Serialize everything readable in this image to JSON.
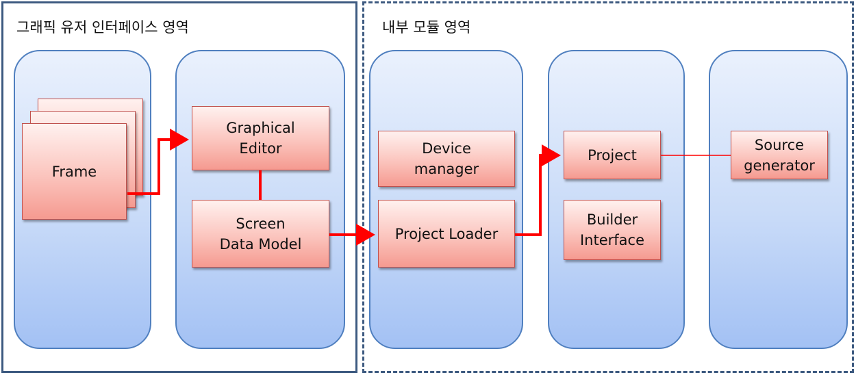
{
  "regions": {
    "gui_title": "그래픽 유저 인터페이스 영역",
    "internal_title": "내부 모듈 영역"
  },
  "boxes": {
    "frame": "Frame",
    "graphical_editor": "Graphical\nEditor",
    "screen_data_model": "Screen\nData Model",
    "device_manager": "Device\nmanager",
    "project_loader": "Project Loader",
    "project": "Project",
    "builder_interface": "Builder\nInterface",
    "source_generator": "Source\ngenerator"
  },
  "colors": {
    "region_border": "#3d5a80",
    "lane_border": "#4f7fbf",
    "box_border": "#c0504d",
    "arrow": "#ff0000",
    "plain_line": "#ff0000"
  }
}
